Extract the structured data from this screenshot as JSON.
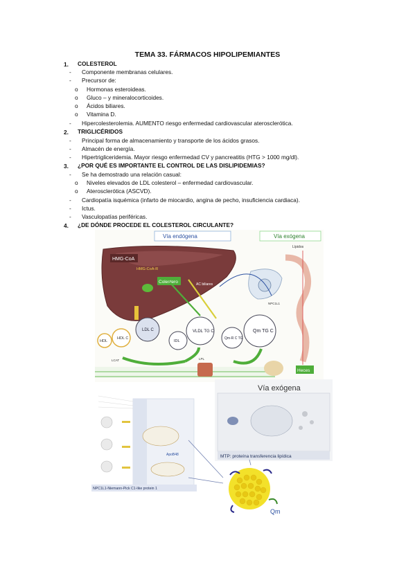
{
  "title": "TEMA 33. FÁRMACOS HIPOLIPEMIANTES",
  "sections": [
    {
      "num": "1.",
      "heading": "COLESTEROL"
    },
    {
      "num": "2.",
      "heading": "TRIGLICÉRIDOS"
    },
    {
      "num": "3.",
      "heading": "¿POR QUÉ ES IMPORTANTE EL CONTROL DE LAS DISLIPIDEMIAS?"
    },
    {
      "num": "4.",
      "heading": "¿DE DÓNDE PROCEDE EL COLESTEROL CIRCULANTE?"
    }
  ],
  "colesterol": {
    "items": [
      "Componente membranas celulares.",
      "Precursor de:"
    ],
    "sub": [
      "Hormonas esteroideas.",
      "Gluco – y mineralocorticoides.",
      "Ácidos biliares.",
      "Vitamina D."
    ],
    "last": "Hipercolesterolemia. AUMENTO riesgo enfermedad cardiovascular aterosclerótica."
  },
  "trigliceridos": {
    "items": [
      "Principal forma de almacenamiento y transporte de los ácidos grasos.",
      "Almacén de energía.",
      "Hipertrigliceridemia. Mayor riesgo enfermedad CV y pancreatitis (HTG > 1000 mg/dl)."
    ]
  },
  "dislipidemias": {
    "intro": "Se ha demostrado una relación casual:",
    "sub": [
      "Niveles elevados de LDL colesterol – enfermedad cardiovascular.",
      "Aterosclerótica (ASCVD)."
    ],
    "items": [
      "Cardiopatía isquémica (infarto de miocardio, angina de pecho, insuficiencia cardiaca).",
      "Ictus.",
      "Vasculopatías periféricas."
    ]
  },
  "figure1": {
    "via_endogena": "Vía endógena",
    "via_exogena": "Vía exógena",
    "hmg_coa": "HMG-CoA",
    "hmg_coa_r": "HMG-CoA-R",
    "colestero": "Colestero",
    "ac_biliares": "AC biliares",
    "hdl": "HDL",
    "hdl_c": "HDL C",
    "ldl_c": "LDL C",
    "idl": "IDL",
    "vldl": "VLDL TG C",
    "qm_r": "Qm-R C TG",
    "qm": "Qm TG C",
    "lipidos": "Lípidos",
    "npc1l1": "NPC1L1",
    "lpl": "LPL",
    "heces": "Heces",
    "lcat": "LCAT"
  },
  "figure2": {
    "npc1l1_caption": "NPC1L1-Niemann-Pick C1-like protein 1",
    "apob48": "ApoB48"
  },
  "figure3": {
    "title": "Vía exógena",
    "mtp_caption": "MTP: proteína transferencia lipídica"
  },
  "figure4": {
    "label": "Qm"
  },
  "colors": {
    "liver": "#7a3b3b",
    "green_arrow": "#4fae3a",
    "yellow": "#e8c33a",
    "blue_label": "#2a4fa0"
  }
}
